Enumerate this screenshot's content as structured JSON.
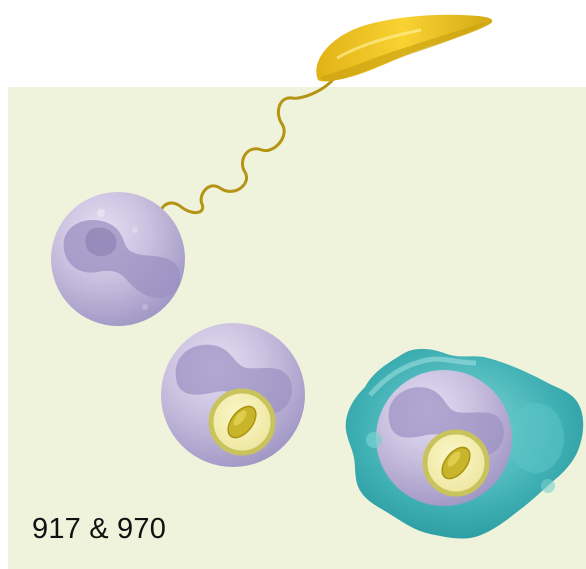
{
  "figure": {
    "label": "917 & 970",
    "colors": {
      "background_panel": "#f0f3dc",
      "parasite": "#f2c622",
      "parasite_shadow": "#c9a10f",
      "neutrophil": "#c8c0df",
      "neutrophil_shadow": "#9f95c4",
      "nucleus": "#8d82b2",
      "vacuole": "#f5f0b6",
      "vacuole_border": "#c9c35d",
      "inner_parasite": "#c8b52b",
      "macrophage": "#3fb0b4",
      "macrophage_light": "#7fd3d1"
    },
    "objects": [
      "flagellated-parasite",
      "neutrophil-with-flagellum",
      "neutrophil-with-engulfed-parasite",
      "macrophage-engulfing-neutrophil"
    ]
  }
}
